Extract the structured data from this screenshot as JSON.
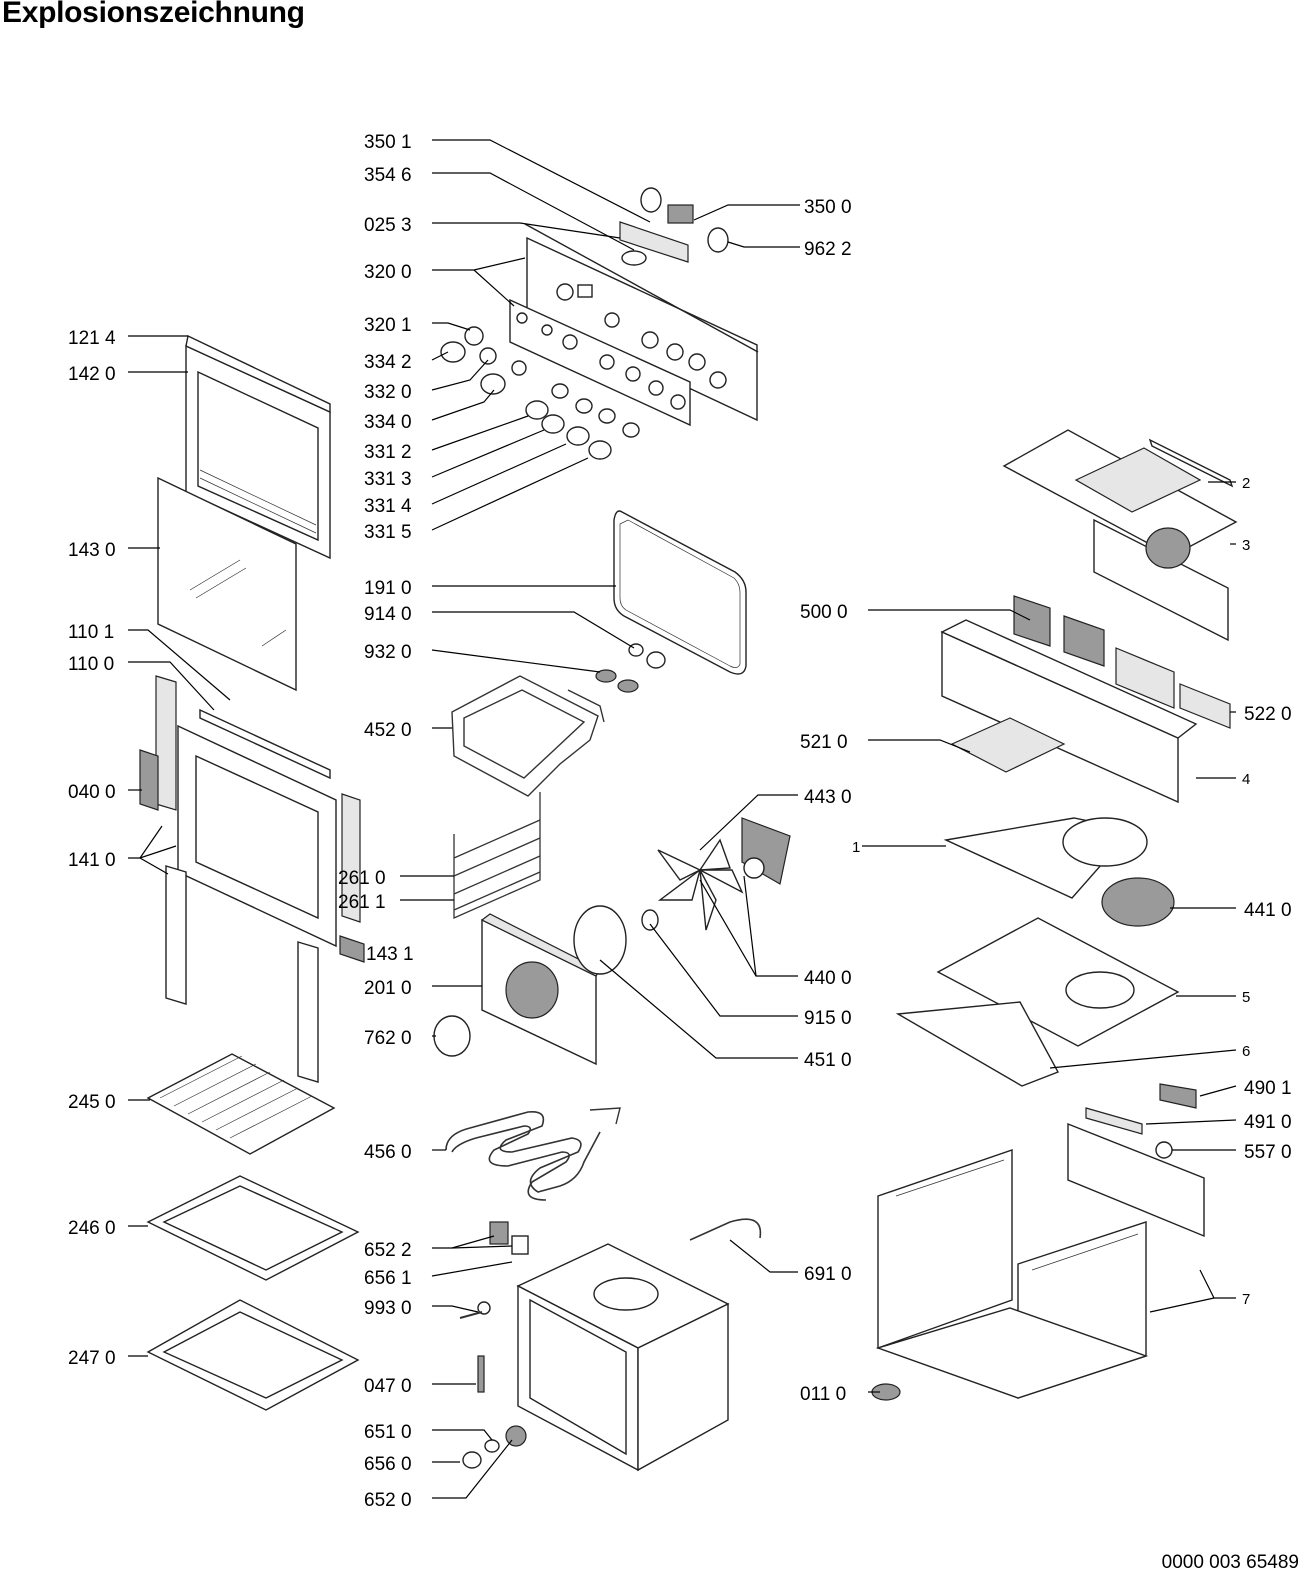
{
  "title": "Explosionszeichnung",
  "document_number": "0000 003 65489",
  "part_labels": [
    "350 1",
    "354 6",
    "025 3",
    "320 0",
    "320 1",
    "334 2",
    "332 0",
    "334 0",
    "331 2",
    "331 3",
    "331 4",
    "331 5",
    "350 0",
    "962 2",
    "121 4",
    "142 0",
    "143 0",
    "110 1",
    "110 0",
    "040 0",
    "141 0",
    "245 0",
    "246 0",
    "247 0",
    "191 0",
    "914 0",
    "932 0",
    "452 0",
    "261 0",
    "261 1",
    "143 1",
    "201 0",
    "762 0",
    "456 0",
    "652 2",
    "656 1",
    "993 0",
    "047 0",
    "651 0",
    "656 0",
    "652 0",
    "443 0",
    "440 0",
    "915 0",
    "451 0",
    "691 0",
    "500 0",
    "521 0",
    "011 0",
    "522 0",
    "441 0",
    "490 1",
    "491 0",
    "557 0",
    "2",
    "3",
    "4",
    "1",
    "5",
    "6",
    "7"
  ]
}
